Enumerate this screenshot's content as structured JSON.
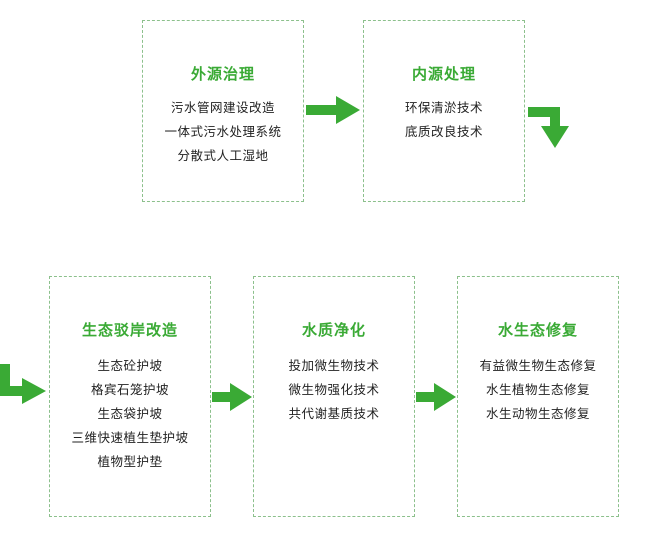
{
  "boxes": [
    {
      "title": "外源治理",
      "items": [
        "污水管网建设改造",
        "一体式污水处理系统",
        "分散式人工湿地"
      ]
    },
    {
      "title": "内源处理",
      "items": [
        "环保清淤技术",
        "底质改良技术"
      ]
    },
    {
      "title": "生态驳岸改造",
      "items": [
        "生态砼护坡",
        "格宾石笼护坡",
        "生态袋护坡",
        "三维快速植生垫护坡",
        "植物型护垫"
      ]
    },
    {
      "title": "水质净化",
      "items": [
        "投加微生物技术",
        "微生物强化技术",
        "共代谢基质技术"
      ]
    },
    {
      "title": "水生态修复",
      "items": [
        "有益微生物生态修复",
        "水生植物生态修复",
        "水生动物生态修复"
      ]
    }
  ],
  "colors": {
    "accent": "#3aaa35",
    "border": "#8cc08c",
    "text": "#222222"
  }
}
